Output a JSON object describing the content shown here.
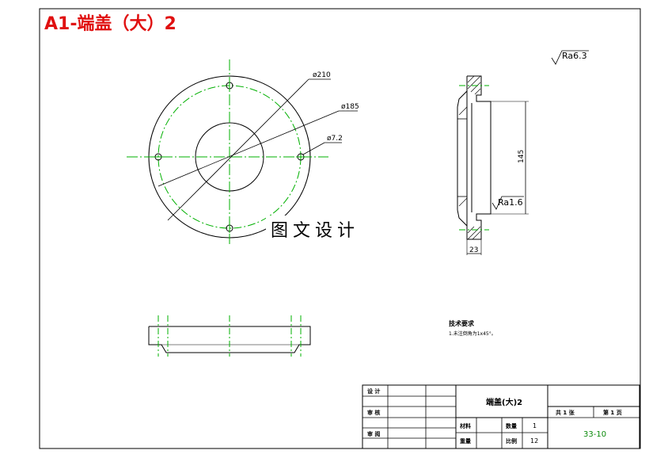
{
  "title": "A1-端盖（大）2",
  "watermark": "图文设计",
  "dimensions": {
    "d210": "ø210",
    "d185": "ø185",
    "d72": "ø7.2",
    "h145": "145",
    "w23": "23"
  },
  "roughness": {
    "global": "Ra6.3",
    "local": "Ra1.6"
  },
  "notes": {
    "heading": "技术要求",
    "line1": "1.未注倒角为1x45°。"
  },
  "title_block": {
    "row_design": "设 计",
    "row_check": "审 核",
    "row_approve": "审 阅",
    "part_name": "端盖(大)2",
    "material_label": "材料",
    "qty_label": "数量",
    "qty_value": "1",
    "weight_label": "重量",
    "scale_label": "比例",
    "scale_value": "12",
    "sheet_total": "共 1 张",
    "sheet_num": "第 1 页",
    "drawing_no": "33-10"
  },
  "colors": {
    "title": "#e01010",
    "centerline": "#00b000",
    "outline": "#000000"
  }
}
